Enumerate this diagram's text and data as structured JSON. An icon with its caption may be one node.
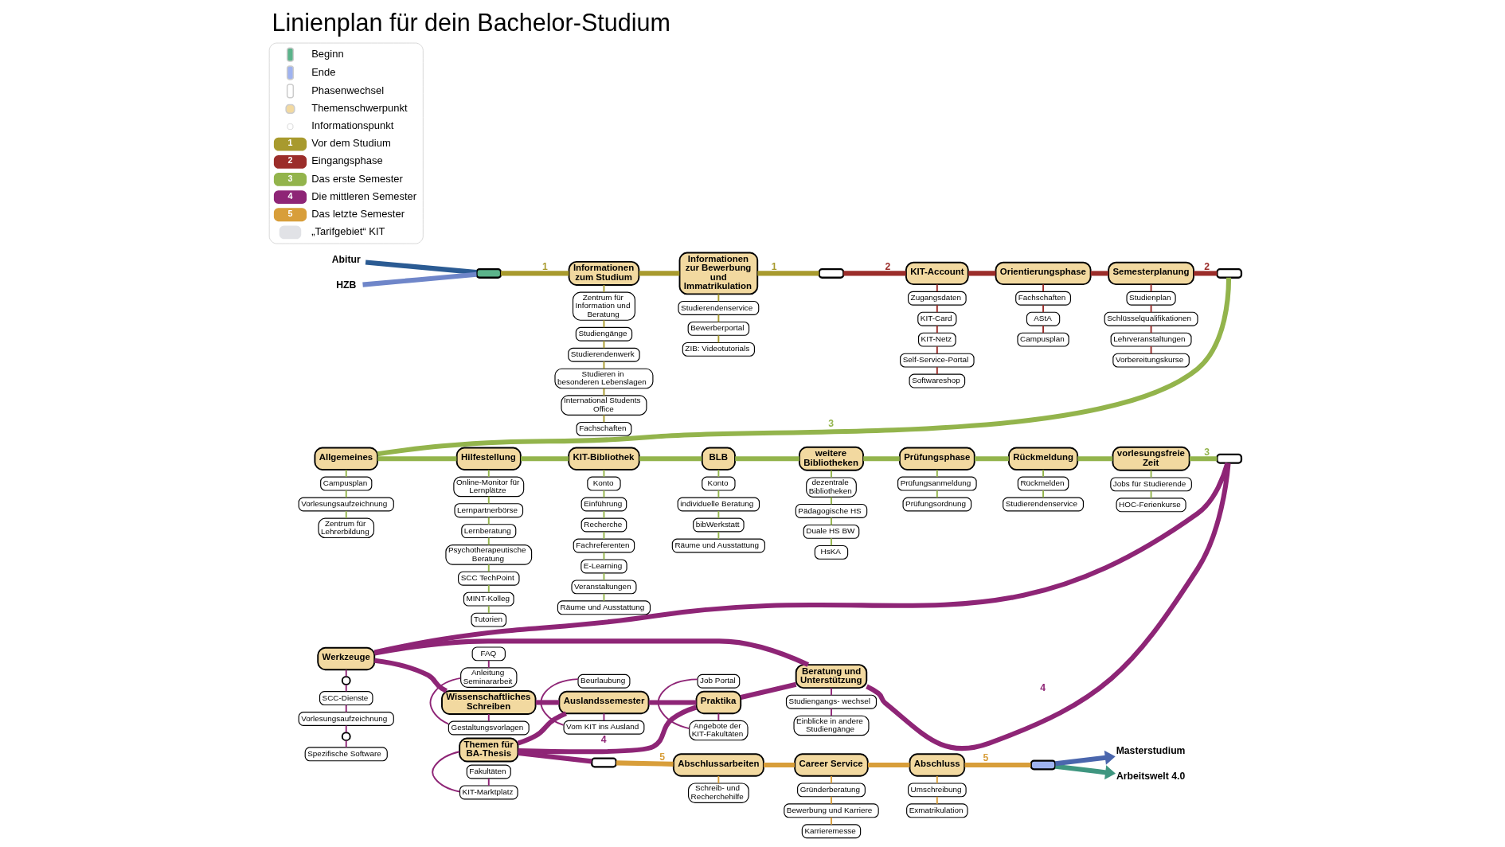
{
  "diagram": {
    "title": "Linienplan für dein Bachelor-Studium",
    "nodes": [
      {
        "text": [
          "Abitur"
        ]
      },
      {
        "text": [
          "HZB"
        ]
      },
      {
        "text": [],
        "shape": "bar"
      },
      {
        "text": [
          "Informationen zum Studium"
        ]
      },
      {
        "text": [
          "Zentrum für Information und Beratung"
        ]
      },
      {
        "text": [
          "Studiengänge"
        ]
      },
      {
        "text": [
          "Studierendenwerk"
        ]
      },
      {
        "text": [
          "Studieren in besonderen Lebenslagen"
        ]
      },
      {
        "text": [
          "International Students Office"
        ]
      },
      {
        "text": [
          "Fachschaften"
        ]
      },
      {
        "text": [
          "Informationen zur Bewerbung und Immatrikulation"
        ]
      },
      {
        "text": [
          "Studierendenservice"
        ]
      },
      {
        "text": [
          "Bewerberportal"
        ]
      },
      {
        "text": [
          "ZIB: Videotutorials"
        ]
      },
      {
        "text": [],
        "shape": "bar"
      },
      {
        "text": [
          "KIT-Account"
        ]
      },
      {
        "text": [
          "Zugangsdaten"
        ]
      },
      {
        "text": [
          "KIT-Card"
        ]
      },
      {
        "text": [
          "KIT-Netz"
        ]
      },
      {
        "text": [
          "Self-Service-Portal"
        ]
      },
      {
        "text": [
          "Softwareshop"
        ]
      },
      {
        "text": [
          "Orientierungsphase"
        ]
      },
      {
        "text": [
          "Fachschaften"
        ]
      },
      {
        "text": [
          "AStA"
        ]
      },
      {
        "text": [
          "Campusplan"
        ]
      },
      {
        "text": [
          "Semesterplanung"
        ]
      },
      {
        "text": [
          "Studienplan"
        ]
      },
      {
        "text": [
          "Schlüsselqualifikationen"
        ]
      },
      {
        "text": [
          "Lehrveranstaltungen"
        ]
      },
      {
        "text": [
          "Vorbereitungskurse"
        ]
      },
      {
        "text": [],
        "shape": "bar"
      },
      {
        "text": [
          "Allgemeines"
        ]
      },
      {
        "text": [
          "Campusplan"
        ]
      },
      {
        "text": [
          "Vorlesungsaufzeichnung"
        ]
      },
      {
        "text": [
          "Zentrum für Lehrerbildung"
        ]
      },
      {
        "text": [
          "Hilfestellung"
        ]
      },
      {
        "text": [
          "Online-Monitor für Lernplätze"
        ]
      },
      {
        "text": [
          "Lernpartnerbörse"
        ]
      },
      {
        "text": [
          "Lernberatung"
        ]
      },
      {
        "text": [
          "Psychotherapeutische Beratung"
        ]
      },
      {
        "text": [
          "SCC TechPoint"
        ]
      },
      {
        "text": [
          "MINT-Kolleg"
        ]
      },
      {
        "text": [
          "Tutorien"
        ]
      },
      {
        "text": [
          "KIT-Bibliothek"
        ]
      },
      {
        "text": [
          "Konto"
        ]
      },
      {
        "text": [
          "Einführung"
        ]
      },
      {
        "text": [
          "Recherche"
        ]
      },
      {
        "text": [
          "Fachreferenten"
        ]
      },
      {
        "text": [
          "E-Learning"
        ]
      },
      {
        "text": [
          "Veranstaltungen"
        ]
      },
      {
        "text": [
          "Räume und Ausstattung"
        ]
      },
      {
        "text": [
          "BLB"
        ]
      },
      {
        "text": [
          "Konto"
        ]
      },
      {
        "text": [
          "individuelle Beratung"
        ]
      },
      {
        "text": [
          "bibWerkstatt"
        ]
      },
      {
        "text": [
          "Räume und Ausstattung"
        ]
      },
      {
        "text": [
          "weitere Bibliotheken"
        ]
      },
      {
        "text": [
          "dezentrale Bibliotheken"
        ]
      },
      {
        "text": [
          "Pädagogische HS"
        ]
      },
      {
        "text": [
          "Duale HS BW"
        ]
      },
      {
        "text": [
          "HsKA"
        ]
      },
      {
        "text": [
          "Prüfungsphase"
        ]
      },
      {
        "text": [
          "Prüfungsanmeldung"
        ]
      },
      {
        "text": [
          "Prüfungsordnung"
        ]
      },
      {
        "text": [
          "Rückmeldung"
        ]
      },
      {
        "text": [
          "Rückmelden"
        ]
      },
      {
        "text": [
          "Studierendenservice"
        ]
      },
      {
        "text": [
          "vorlesungsfreie Zeit"
        ]
      },
      {
        "text": [
          "Jobs für Studierende"
        ]
      },
      {
        "text": [
          "HOC-Ferienkurse"
        ]
      },
      {
        "text": [],
        "shape": "bar"
      },
      {
        "text": [
          "Werkzeuge"
        ]
      },
      {
        "text": [],
        "shape": "circle"
      },
      {
        "text": [
          "SCC-Dienste"
        ]
      },
      {
        "text": [
          "Vorlesungsaufzeichnung"
        ]
      },
      {
        "text": [],
        "shape": "circle"
      },
      {
        "text": [
          "Spezifische Software"
        ]
      },
      {
        "text": [
          "Wissenschaftliches Schreiben"
        ]
      },
      {
        "text": [
          "Gestaltungsvorlagen"
        ]
      },
      {
        "text": [
          "Anleitung Seminararbeit"
        ]
      },
      {
        "text": [
          "FAQ"
        ]
      },
      {
        "text": [
          "Auslandssemester"
        ]
      },
      {
        "text": [
          "Vom KIT ins Ausland"
        ]
      },
      {
        "text": [
          "Beurlaubung"
        ]
      },
      {
        "text": [
          "Praktika"
        ]
      },
      {
        "text": [
          "Angebote der KIT-Fakultäten"
        ]
      },
      {
        "text": [
          "Job Portal"
        ]
      },
      {
        "text": [
          "Beratung und Unterstützung"
        ]
      },
      {
        "text": [
          "Studiengangs- wechsel"
        ]
      },
      {
        "text": [
          "Einblicke in andere Studiengänge"
        ]
      },
      {
        "text": [
          "Themen für BA-Thesis"
        ]
      },
      {
        "text": [
          "KIT-Marktplatz"
        ]
      },
      {
        "text": [
          "Fakultäten"
        ]
      },
      {
        "text": [],
        "shape": "bar"
      },
      {
        "text": [
          "Abschlussarbeiten"
        ]
      },
      {
        "text": [
          "Schreib- und Recherchehilfe"
        ]
      },
      {
        "text": [
          "Career Service"
        ]
      },
      {
        "text": [
          "Gründerberatung"
        ]
      },
      {
        "text": [
          "Bewerbung und Karriere"
        ]
      },
      {
        "text": [
          "Karrieremesse"
        ]
      },
      {
        "text": [
          "Abschluss"
        ]
      },
      {
        "text": [
          "Umschreibung"
        ]
      },
      {
        "text": [
          "Exmatrikulation"
        ]
      },
      {
        "text": [],
        "shape": "bar"
      },
      {
        "text": [
          "Arbeitswelt 4.0"
        ]
      },
      {
        "text": [
          "Masterstudium"
        ]
      }
    ],
    "edges": [
      {
        "from": 0,
        "to": 2,
        "arrow": "none",
        "style": "thick",
        "color": "#2b5b93"
      },
      {
        "from": 1,
        "to": 2,
        "arrow": "none",
        "style": "thick",
        "color": "#6f86c9"
      },
      {
        "from": 2,
        "to": 3,
        "arrow": "none",
        "style": "thick",
        "color": "#a89a2e",
        "label": "1"
      },
      {
        "from": 3,
        "to": 10,
        "arrow": "none",
        "style": "thick",
        "color": "#a89a2e"
      },
      {
        "from": 10,
        "to": 14,
        "arrow": "none",
        "style": "thick",
        "color": "#a89a2e",
        "label": "1"
      },
      {
        "from": 14,
        "to": 15,
        "arrow": "none",
        "style": "thick",
        "color": "#9b2d2a",
        "label": "2"
      },
      {
        "from": 15,
        "to": 21,
        "arrow": "none",
        "style": "thick",
        "color": "#9b2d2a"
      },
      {
        "from": 21,
        "to": 25,
        "arrow": "none",
        "style": "thick",
        "color": "#9b2d2a"
      },
      {
        "from": 25,
        "to": 30,
        "arrow": "none",
        "style": "thick",
        "color": "#9b2d2a",
        "label": "2"
      },
      {
        "from": 30,
        "to": 31,
        "arrow": "none",
        "style": "thick",
        "color": "#93b44c",
        "label": "3"
      },
      {
        "from": 31,
        "to": 35,
        "arrow": "none",
        "style": "thick",
        "color": "#93b44c"
      },
      {
        "from": 35,
        "to": 43,
        "arrow": "none",
        "style": "thick",
        "color": "#93b44c"
      },
      {
        "from": 43,
        "to": 51,
        "arrow": "none",
        "style": "thick",
        "color": "#93b44c"
      },
      {
        "from": 51,
        "to": 56,
        "arrow": "none",
        "style": "thick",
        "color": "#93b44c"
      },
      {
        "from": 56,
        "to": 61,
        "arrow": "none",
        "style": "thick",
        "color": "#93b44c"
      },
      {
        "from": 61,
        "to": 64,
        "arrow": "none",
        "style": "thick",
        "color": "#93b44c"
      },
      {
        "from": 64,
        "to": 67,
        "arrow": "none",
        "style": "thick",
        "color": "#93b44c"
      },
      {
        "from": 67,
        "to": 70,
        "arrow": "none",
        "style": "thick",
        "color": "#93b44c",
        "label": "3"
      },
      {
        "from": 70,
        "to": 87,
        "arrow": "none",
        "style": "thick",
        "color": "#8e2576",
        "label": "4"
      },
      {
        "from": 70,
        "to": 71,
        "arrow": "none",
        "style": "thick",
        "color": "#8e2576"
      },
      {
        "from": 84,
        "to": 87,
        "arrow": "none",
        "style": "thick",
        "color": "#8e2576"
      },
      {
        "from": 87,
        "to": 71,
        "arrow": "none",
        "style": "thick",
        "color": "#8e2576"
      },
      {
        "from": 71,
        "to": 77,
        "arrow": "none",
        "style": "thick",
        "color": "#8e2576"
      },
      {
        "from": 77,
        "to": 81,
        "arrow": "none",
        "style": "thick",
        "color": "#8e2576"
      },
      {
        "from": 81,
        "to": 84,
        "arrow": "none",
        "style": "thick",
        "color": "#8e2576"
      },
      {
        "from": 90,
        "to": 84,
        "arrow": "none",
        "style": "thick",
        "color": "#8e2576",
        "label": "4"
      },
      {
        "from": 90,
        "to": 81,
        "arrow": "none",
        "style": "thick",
        "color": "#8e2576"
      },
      {
        "from": 90,
        "to": 93,
        "arrow": "none",
        "style": "thick",
        "color": "#8e2576"
      },
      {
        "from": 93,
        "to": 94,
        "arrow": "none",
        "style": "thick",
        "color": "#d89e3a",
        "label": "5"
      },
      {
        "from": 94,
        "to": 96,
        "arrow": "none",
        "style": "thick",
        "color": "#d89e3a"
      },
      {
        "from": 96,
        "to": 100,
        "arrow": "none",
        "style": "thick",
        "color": "#d89e3a"
      },
      {
        "from": 100,
        "to": 103,
        "arrow": "none",
        "style": "thick",
        "color": "#d89e3a",
        "label": "5"
      },
      {
        "from": 103,
        "to": 104,
        "arrow": "to",
        "style": "thick",
        "color": "#3f9680"
      },
      {
        "from": 103,
        "to": 105,
        "arrow": "to",
        "style": "thick",
        "color": "#4a66ad"
      },
      {
        "from": 3,
        "to": 4,
        "arrow": "none",
        "color": "#a89a2e"
      },
      {
        "from": 4,
        "to": 5,
        "arrow": "none",
        "color": "#a89a2e"
      },
      {
        "from": 5,
        "to": 6,
        "arrow": "none",
        "color": "#a89a2e"
      },
      {
        "from": 6,
        "to": 7,
        "arrow": "none",
        "color": "#a89a2e"
      },
      {
        "from": 7,
        "to": 8,
        "arrow": "none",
        "color": "#a89a2e"
      },
      {
        "from": 8,
        "to": 9,
        "arrow": "none",
        "color": "#a89a2e"
      },
      {
        "from": 10,
        "to": 11,
        "arrow": "none",
        "color": "#a89a2e"
      },
      {
        "from": 11,
        "to": 12,
        "arrow": "none",
        "color": "#a89a2e"
      },
      {
        "from": 12,
        "to": 13,
        "arrow": "none",
        "color": "#a89a2e"
      },
      {
        "from": 15,
        "to": 16,
        "arrow": "none",
        "color": "#9b2d2a"
      },
      {
        "from": 16,
        "to": 17,
        "arrow": "none",
        "color": "#9b2d2a"
      },
      {
        "from": 17,
        "to": 18,
        "arrow": "none",
        "color": "#9b2d2a"
      },
      {
        "from": 18,
        "to": 19,
        "arrow": "none",
        "color": "#9b2d2a"
      },
      {
        "from": 19,
        "to": 20,
        "arrow": "none",
        "color": "#9b2d2a"
      },
      {
        "from": 21,
        "to": 22,
        "arrow": "none",
        "color": "#9b2d2a"
      },
      {
        "from": 22,
        "to": 23,
        "arrow": "none",
        "color": "#9b2d2a"
      },
      {
        "from": 23,
        "to": 24,
        "arrow": "none",
        "color": "#9b2d2a"
      },
      {
        "from": 25,
        "to": 26,
        "arrow": "none",
        "color": "#9b2d2a"
      },
      {
        "from": 26,
        "to": 27,
        "arrow": "none",
        "color": "#9b2d2a"
      },
      {
        "from": 27,
        "to": 28,
        "arrow": "none",
        "color": "#9b2d2a"
      },
      {
        "from": 28,
        "to": 29,
        "arrow": "none",
        "color": "#9b2d2a"
      },
      {
        "from": 31,
        "to": 32,
        "arrow": "none",
        "color": "#93b44c"
      },
      {
        "from": 32,
        "to": 33,
        "arrow": "none",
        "color": "#93b44c"
      },
      {
        "from": 33,
        "to": 34,
        "arrow": "none",
        "color": "#93b44c"
      },
      {
        "from": 35,
        "to": 36,
        "arrow": "none",
        "color": "#93b44c"
      },
      {
        "from": 36,
        "to": 37,
        "arrow": "none",
        "color": "#93b44c"
      },
      {
        "from": 37,
        "to": 38,
        "arrow": "none",
        "color": "#93b44c"
      },
      {
        "from": 38,
        "to": 39,
        "arrow": "none",
        "color": "#93b44c"
      },
      {
        "from": 39,
        "to": 40,
        "arrow": "none",
        "color": "#93b44c"
      },
      {
        "from": 40,
        "to": 41,
        "arrow": "none",
        "color": "#93b44c"
      },
      {
        "from": 41,
        "to": 42,
        "arrow": "none",
        "color": "#93b44c"
      },
      {
        "from": 43,
        "to": 44,
        "arrow": "none",
        "color": "#93b44c"
      },
      {
        "from": 44,
        "to": 45,
        "arrow": "none",
        "color": "#93b44c"
      },
      {
        "from": 45,
        "to": 46,
        "arrow": "none",
        "color": "#93b44c"
      },
      {
        "from": 46,
        "to": 47,
        "arrow": "none",
        "color": "#93b44c"
      },
      {
        "from": 47,
        "to": 48,
        "arrow": "none",
        "color": "#93b44c"
      },
      {
        "from": 48,
        "to": 49,
        "arrow": "none",
        "color": "#93b44c"
      },
      {
        "from": 49,
        "to": 50,
        "arrow": "none",
        "color": "#93b44c"
      },
      {
        "from": 51,
        "to": 52,
        "arrow": "none",
        "color": "#93b44c"
      },
      {
        "from": 52,
        "to": 53,
        "arrow": "none",
        "color": "#93b44c"
      },
      {
        "from": 53,
        "to": 54,
        "arrow": "none",
        "color": "#93b44c"
      },
      {
        "from": 54,
        "to": 55,
        "arrow": "none",
        "color": "#93b44c"
      },
      {
        "from": 56,
        "to": 57,
        "arrow": "none",
        "color": "#93b44c"
      },
      {
        "from": 57,
        "to": 58,
        "arrow": "none",
        "color": "#93b44c"
      },
      {
        "from": 58,
        "to": 59,
        "arrow": "none",
        "color": "#93b44c"
      },
      {
        "from": 59,
        "to": 60,
        "arrow": "none",
        "color": "#93b44c"
      },
      {
        "from": 61,
        "to": 62,
        "arrow": "none",
        "color": "#93b44c"
      },
      {
        "from": 62,
        "to": 63,
        "arrow": "none",
        "color": "#93b44c"
      },
      {
        "from": 64,
        "to": 65,
        "arrow": "none",
        "color": "#93b44c"
      },
      {
        "from": 65,
        "to": 66,
        "arrow": "none",
        "color": "#93b44c"
      },
      {
        "from": 67,
        "to": 68,
        "arrow": "none",
        "color": "#93b44c"
      },
      {
        "from": 68,
        "to": 69,
        "arrow": "none",
        "color": "#93b44c"
      },
      {
        "from": 71,
        "to": 72,
        "arrow": "none",
        "color": "#8e2576"
      },
      {
        "from": 72,
        "to": 73,
        "arrow": "none",
        "color": "#8e2576"
      },
      {
        "from": 73,
        "to": 74,
        "arrow": "none",
        "color": "#8e2576"
      },
      {
        "from": 74,
        "to": 75,
        "arrow": "none",
        "color": "#8e2576"
      },
      {
        "from": 75,
        "to": 76,
        "arrow": "none",
        "color": "#8e2576"
      },
      {
        "from": 77,
        "to": 78,
        "arrow": "none",
        "color": "#8e2576"
      },
      {
        "from": 78,
        "to": 79,
        "arrow": "none",
        "color": "#8e2576"
      },
      {
        "from": 79,
        "to": 80,
        "arrow": "none",
        "color": "#8e2576"
      },
      {
        "from": 81,
        "to": 82,
        "arrow": "none",
        "color": "#8e2576"
      },
      {
        "from": 82,
        "to": 83,
        "arrow": "none",
        "color": "#8e2576"
      },
      {
        "from": 84,
        "to": 85,
        "arrow": "none",
        "color": "#8e2576"
      },
      {
        "from": 85,
        "to": 86,
        "arrow": "none",
        "color": "#8e2576"
      },
      {
        "from": 87,
        "to": 88,
        "arrow": "none",
        "color": "#8e2576"
      },
      {
        "from": 88,
        "to": 89,
        "arrow": "none",
        "color": "#8e2576"
      },
      {
        "from": 90,
        "to": 91,
        "arrow": "none",
        "color": "#8e2576"
      },
      {
        "from": 91,
        "to": 92,
        "arrow": "none",
        "color": "#8e2576"
      },
      {
        "from": 94,
        "to": 95,
        "arrow": "none",
        "color": "#d89e3a"
      },
      {
        "from": 96,
        "to": 97,
        "arrow": "none",
        "color": "#d89e3a"
      },
      {
        "from": 97,
        "to": 98,
        "arrow": "none",
        "color": "#d89e3a"
      },
      {
        "from": 98,
        "to": 99,
        "arrow": "none",
        "color": "#d89e3a"
      },
      {
        "from": 100,
        "to": 101,
        "arrow": "none",
        "color": "#d89e3a"
      },
      {
        "from": 101,
        "to": 102,
        "arrow": "none",
        "color": "#d89e3a"
      }
    ],
    "labels": [
      "1",
      "2",
      "3",
      "4",
      "5"
    ],
    "legend": [
      {
        "text": "Beginn"
      },
      {
        "text": "Ende"
      },
      {
        "text": "Phasenwechsel"
      },
      {
        "text": "Themenschwerpunkt"
      },
      {
        "text": "Informationspunkt"
      },
      {
        "text": "Vor dem Studium",
        "color": "#a89a2e"
      },
      {
        "text": "Eingangsphase",
        "color": "#9b2d2a"
      },
      {
        "text": "Das erste Semester",
        "color": "#93b44c"
      },
      {
        "text": "Die mittleren Semester",
        "color": "#8e2576"
      },
      {
        "text": "Das letzte Semester",
        "color": "#d89e3a"
      },
      {
        "text": "„Tarifgebiet“ KIT"
      }
    ]
  }
}
